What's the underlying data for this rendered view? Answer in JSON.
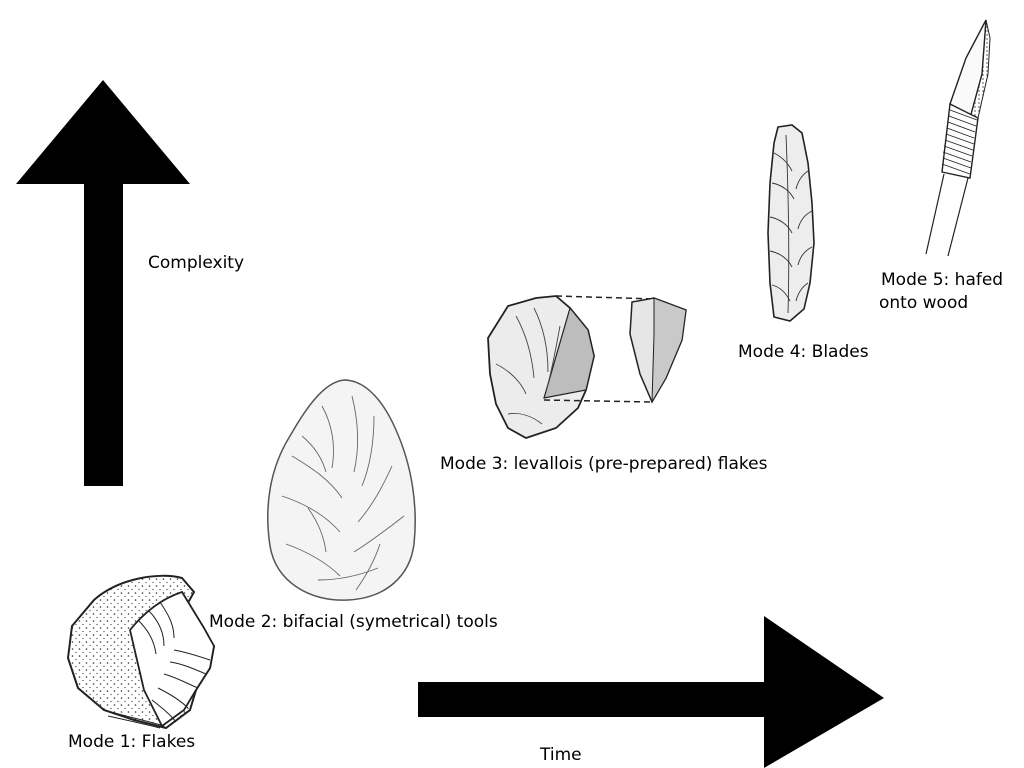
{
  "axes": {
    "vertical_label": "Complexity",
    "horizontal_label": "Time"
  },
  "modes": [
    {
      "label": "Mode 1: Flakes"
    },
    {
      "label": "Mode 2: bifacial (symetrical) tools"
    },
    {
      "label": "Mode 3: levallois (pre-prepared) flakes"
    },
    {
      "label": "Mode 4: Blades"
    },
    {
      "label_line1": "Mode 5: hafed",
      "label_line2": "onto wood"
    }
  ],
  "colors": {
    "arrow": "#000000",
    "ink": "#222222",
    "background": "#ffffff"
  },
  "icons": [
    "complexity-arrow-icon",
    "time-arrow-icon",
    "flake-tool-icon",
    "handaxe-icon",
    "levallois-flake-icon",
    "blade-icon",
    "hafted-point-icon"
  ]
}
